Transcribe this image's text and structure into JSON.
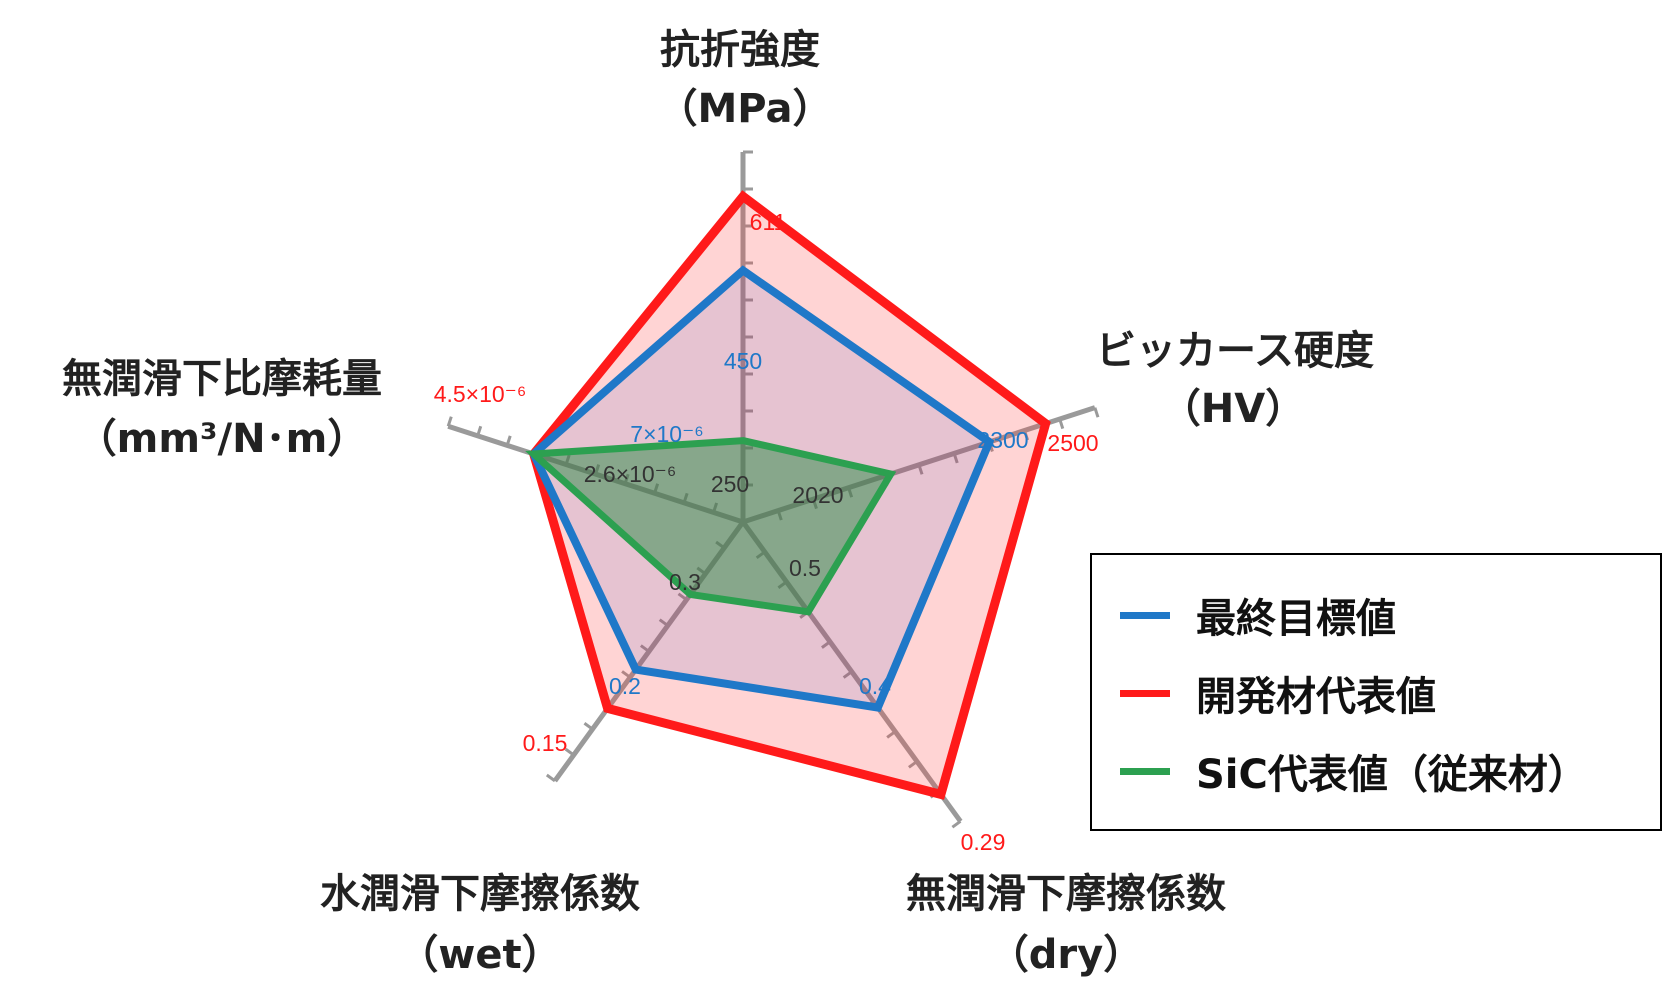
{
  "chart_data": {
    "type": "radar",
    "axes": [
      {
        "title": "抗折強度",
        "unit": "（MPa）"
      },
      {
        "title": "ビッカース硬度",
        "unit": "（HV）"
      },
      {
        "title": "無潤滑下摩擦係数",
        "unit": "（dry）"
      },
      {
        "title": "水潤滑下摩擦係数",
        "unit": "（wet）"
      },
      {
        "title": "無潤滑下比摩耗量",
        "unit": "（mm³/N･m）"
      }
    ],
    "series": [
      {
        "name": "最終目標値",
        "color": "#1f78c8",
        "labels": [
          "450",
          "2300",
          "0.4",
          "0.2",
          "7×10⁻⁶"
        ],
        "levels": [
          0.68,
          0.7,
          0.62,
          0.57,
          0.71
        ]
      },
      {
        "name": "開発材代表値",
        "color": "#ff1a1a",
        "labels": [
          "611",
          "2500",
          "0.29",
          "0.15",
          "4.5×10⁻⁶"
        ],
        "levels": [
          0.88,
          0.86,
          0.91,
          0.72,
          0.71
        ]
      },
      {
        "name": "SiC代表値（従来材）",
        "color": "#2ca050",
        "labels": [
          "250",
          "2020",
          "0.5",
          "0.3",
          "2.6×10⁻⁶"
        ],
        "levels": [
          0.22,
          0.42,
          0.3,
          0.28,
          0.71
        ]
      }
    ]
  }
}
